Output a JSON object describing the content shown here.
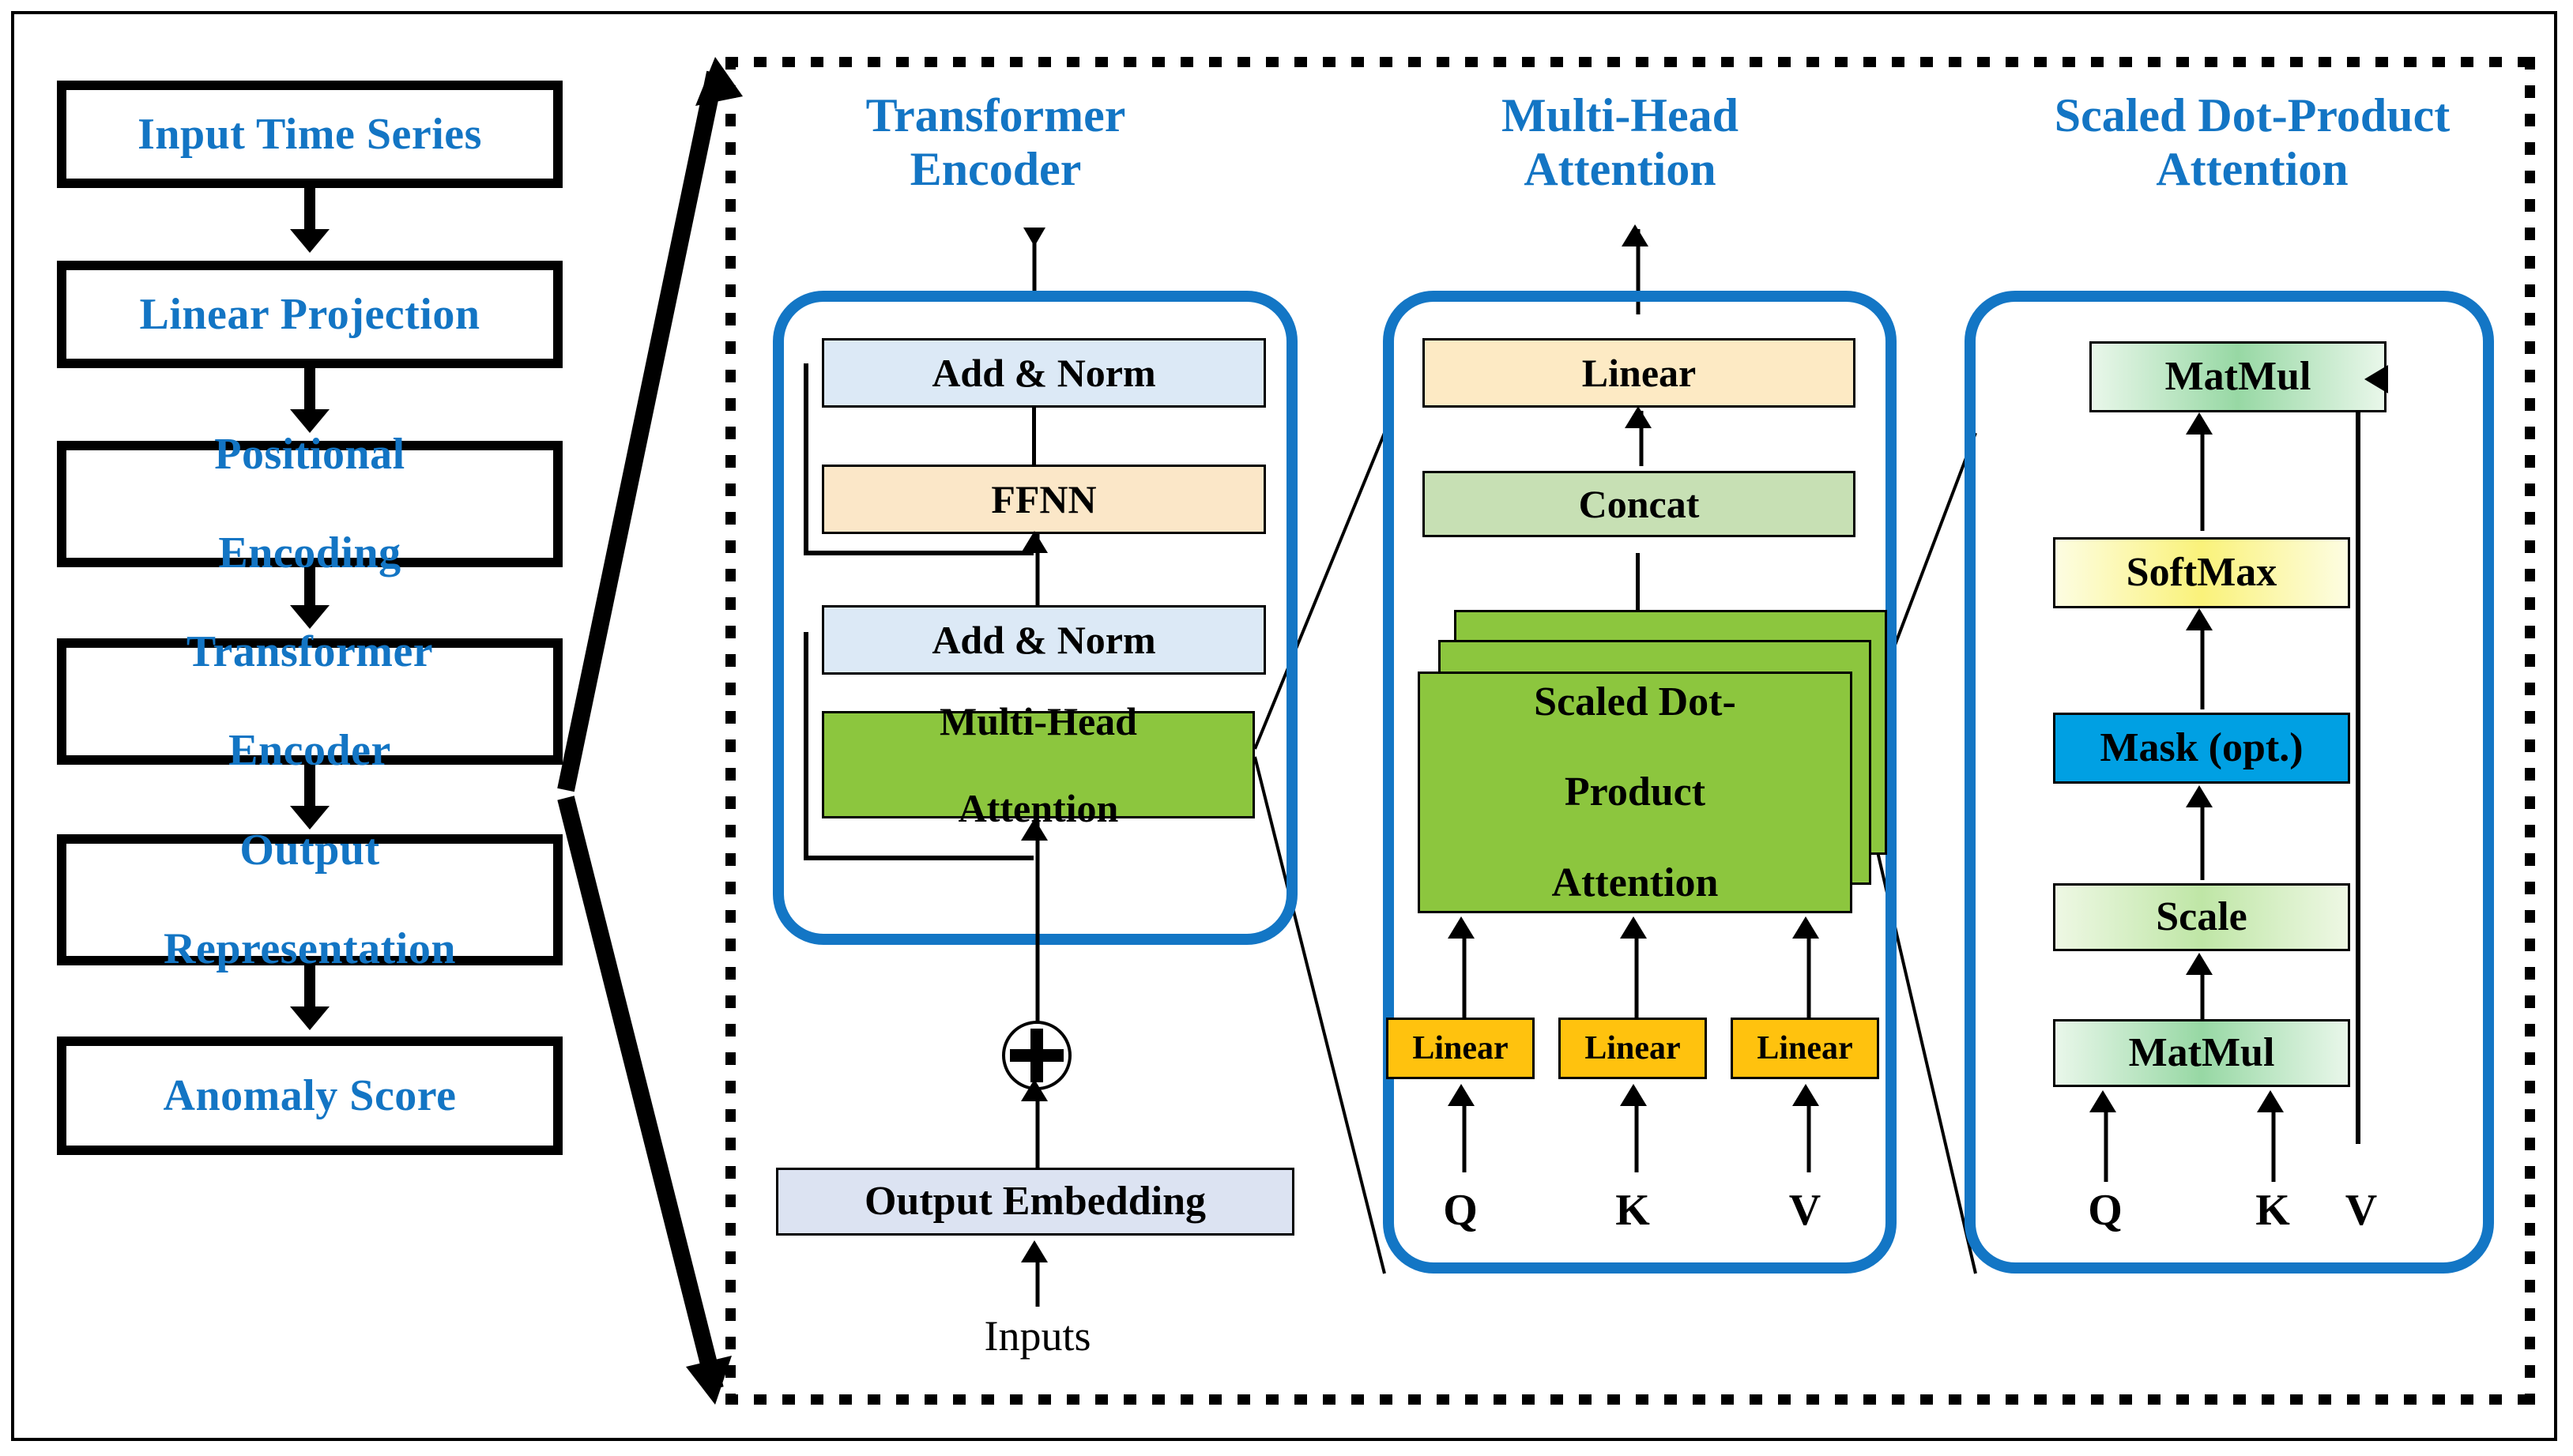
{
  "figure": {
    "title": "Transformer-based time series anomaly detection architecture",
    "accent_blue": "#1375c4",
    "panel_border_blue": "#1376c5"
  },
  "pipeline": {
    "name": "Input Time Series pipeline",
    "steps": [
      {
        "label": "Input Time Series"
      },
      {
        "label": "Linear Projection"
      },
      {
        "label": "Positional\nEncoding",
        "line1": "Positional",
        "line2": "Encoding"
      },
      {
        "label": "Transformer\nEncoder",
        "line1": "Transformer",
        "line2": "Encoder"
      },
      {
        "label": "Output\nRepresentation",
        "line1": "Output",
        "line2": "Representation"
      },
      {
        "label": "Anomaly Score"
      }
    ]
  },
  "panels": {
    "encoder": {
      "caption_line1": "Transformer",
      "caption_line2": "Encoder",
      "blocks": [
        {
          "label": "Add & Norm",
          "color": "#dce9f6"
        },
        {
          "label": "FFNN",
          "color": "#fbe7c8"
        },
        {
          "label": "Add & Norm",
          "color": "#dce9f6"
        },
        {
          "label": "Multi-Head\nAttention",
          "line1": "Multi-Head",
          "line2": "Attention",
          "color": "#8cc63e"
        }
      ],
      "sum_symbol": "plus-circle",
      "embedding": {
        "label": "Output Embedding",
        "color": "#dce3f2"
      },
      "inputs_label": "Inputs"
    },
    "multihead": {
      "caption_line1": "Multi-Head",
      "caption_line2": "Attention",
      "blocks": [
        {
          "label": "Linear",
          "color": "#fdeac4"
        },
        {
          "label": "Concat",
          "color": "#c7e0b4"
        },
        {
          "label": "Scaled Dot-\nProduct\nAttention",
          "line1": "Scaled Dot-",
          "line2": "Product",
          "line3": "Attention",
          "color": "#8cc63e",
          "stacked": 3
        }
      ],
      "linears": [
        {
          "label": "Linear",
          "color": "#ffc20e"
        },
        {
          "label": "Linear",
          "color": "#ffc20e"
        },
        {
          "label": "Linear",
          "color": "#ffc20e"
        }
      ],
      "inputs": [
        "Q",
        "K",
        "V"
      ]
    },
    "scaled": {
      "caption_line1": "Scaled Dot-Product",
      "caption_line2": "Attention",
      "blocks": [
        {
          "label": "MatMul",
          "color": "#97d8a4"
        },
        {
          "label": "SoftMax",
          "color": "#faf27a"
        },
        {
          "label": "Mask (opt.)",
          "color": "#00a0e3"
        },
        {
          "label": "Scale",
          "color": "#bfe6a6"
        },
        {
          "label": "MatMul",
          "color": "#97d8a4"
        }
      ],
      "inputs": [
        "Q",
        "K",
        "V"
      ]
    }
  }
}
